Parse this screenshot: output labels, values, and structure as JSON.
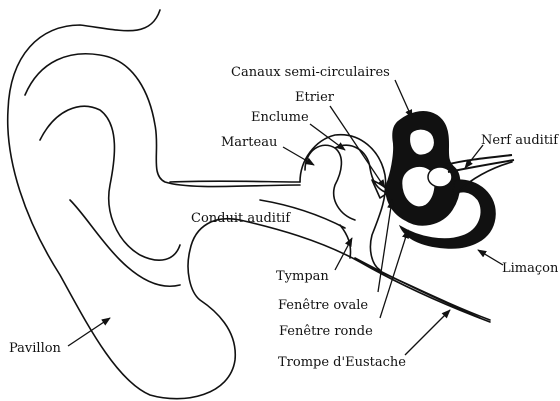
{
  "labels": {
    "canaux": "Canaux semi-circulaires",
    "etrier": "Etrier",
    "enclume": "Enclume",
    "marteau": "Marteau",
    "nerf": "Nerf auditif",
    "conduit": "Conduit auditif",
    "tympan": "Tympan",
    "limacon": "Limaçon",
    "fenetre_ovale": "Fenêtre ovale",
    "fenetre_ronde": "Fenêtre ronde",
    "trompe": "Trompe d'Eustache",
    "pavillon": "Pavillon"
  },
  "colors": {
    "ink": "#111111",
    "background": "#ffffff"
  }
}
